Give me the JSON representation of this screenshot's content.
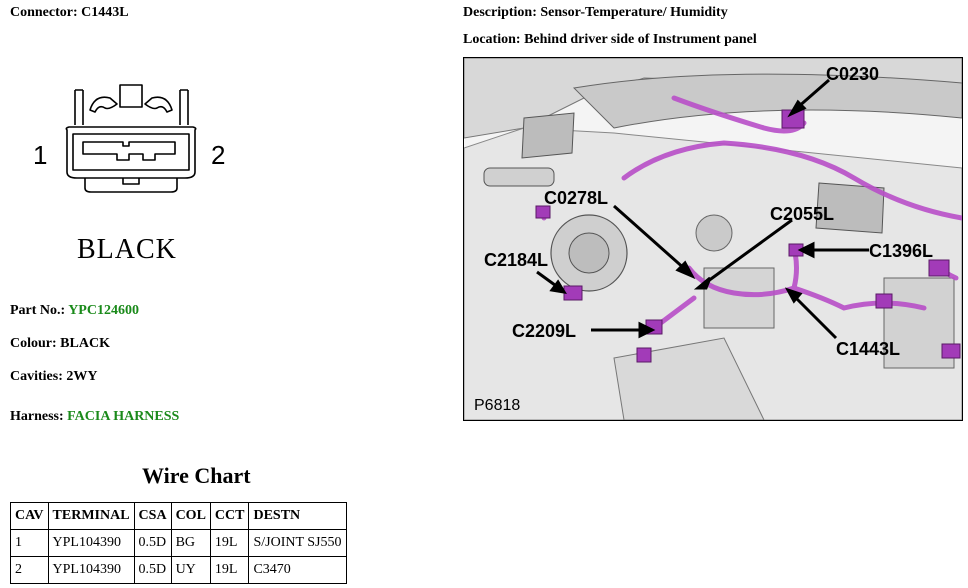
{
  "connector": {
    "label": "Connector:",
    "value": "C1443L"
  },
  "description": {
    "label": "Description:",
    "value": "Sensor-Temperature/ Humidity"
  },
  "location": {
    "label": "Location:",
    "value": "Behind driver side of Instrument panel"
  },
  "diagram": {
    "pin_left": "1",
    "pin_right": "2",
    "color_label": "BLACK"
  },
  "details": {
    "part_no": {
      "label": "Part No.:",
      "value": "YPC124600"
    },
    "colour": {
      "label": "Colour:",
      "value": "BLACK"
    },
    "cavities": {
      "label": "Cavities:",
      "value": "2WY"
    },
    "harness": {
      "label": "Harness:",
      "value": "FACIA HARNESS"
    }
  },
  "wire_chart": {
    "title": "Wire Chart",
    "headers": [
      "CAV",
      "TERMINAL",
      "CSA",
      "COL",
      "CCT",
      "DESTN"
    ],
    "rows": [
      [
        "1",
        "YPL104390",
        "0.5D",
        "BG",
        "19L",
        "S/JOINT SJ550"
      ],
      [
        "2",
        "YPL104390",
        "0.5D",
        "UY",
        "19L",
        "C3470"
      ]
    ]
  },
  "photo": {
    "figure_number": "P6818",
    "callouts": [
      "C0230",
      "C0278L",
      "C2055L",
      "C2184L",
      "C1396L",
      "C2209L",
      "C1443L"
    ]
  },
  "colors": {
    "harness": "#b84fc8",
    "link": "#1a8a1a"
  }
}
